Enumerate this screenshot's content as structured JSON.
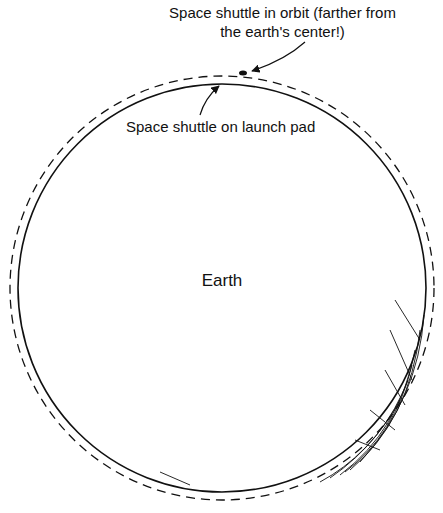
{
  "diagram": {
    "nodes": [
      {
        "text": [
          "Earth"
        ]
      }
    ],
    "labels": [
      "Space shuttle in orbit (farther from the earth's center!)",
      "Space shuttle on launch pad"
    ]
  }
}
